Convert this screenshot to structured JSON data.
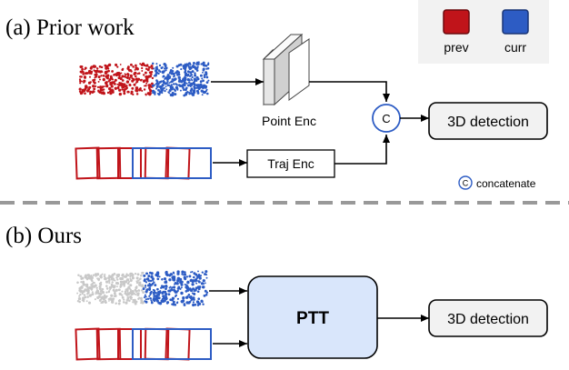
{
  "section_a": {
    "title": "(a) Prior work"
  },
  "section_b": {
    "title": "(b) Ours"
  },
  "legend": {
    "prev": "prev",
    "curr": "curr",
    "concat_symbol": "C",
    "concat_label": "concatenate"
  },
  "prior": {
    "point_enc": "Point Enc",
    "traj_enc": "Traj Enc",
    "concat_symbol": "C",
    "output": "3D detection"
  },
  "ours": {
    "ptt": "PTT",
    "output": "3D detection"
  },
  "colors": {
    "prev": "#c0141a",
    "curr": "#2d5cc4",
    "gray_points": "#c8c8c8",
    "ptt_fill": "#d9e6fb",
    "divider": "#999999",
    "legend_bg": "#f2f2f2"
  }
}
